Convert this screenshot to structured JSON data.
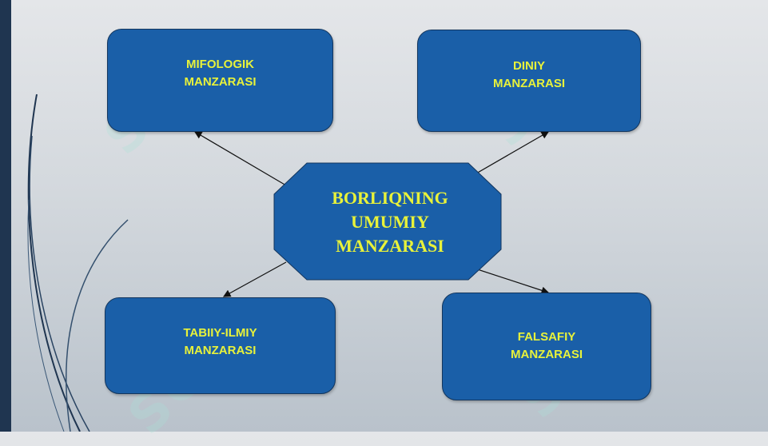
{
  "diagram": {
    "center": {
      "label": "BORLIQNING\nUMUMIY\nMANZARASI"
    },
    "nodes": {
      "top_left": {
        "label": "MIFOLOGIK\nMANZARASI"
      },
      "top_right": {
        "label": "DINIY\nMANZARASI"
      },
      "bottom_left": {
        "label": "TABIIY-ILMIY\nMANZARASI"
      },
      "bottom_right": {
        "label": "FALSAFIY\nMANZARASI"
      }
    }
  },
  "watermark": {
    "text": "SOF"
  },
  "colors": {
    "box_fill": "#1a5fa8",
    "label_text": "#e8f23a",
    "left_bar": "#1f3550"
  }
}
